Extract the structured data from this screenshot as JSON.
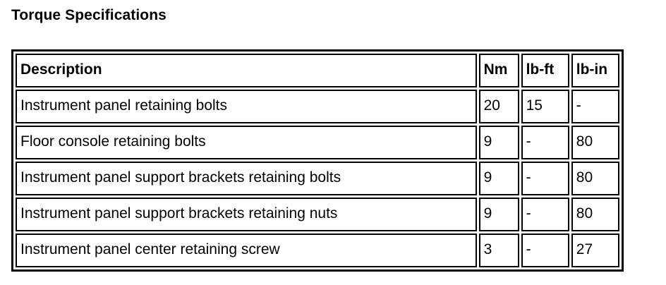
{
  "document": {
    "title": "Torque Specifications",
    "background_color": "#ffffff",
    "text_color": "#000000",
    "border_color": "#000000"
  },
  "table": {
    "headers": {
      "description": "Description",
      "nm": "Nm",
      "lb_ft": "lb-ft",
      "lb_in": "lb-in"
    },
    "rows": [
      {
        "description": "Instrument panel retaining bolts",
        "nm": "20",
        "lb_ft": "15",
        "lb_in": "-"
      },
      {
        "description": "Floor console retaining bolts",
        "nm": "9",
        "lb_ft": "-",
        "lb_in": "80"
      },
      {
        "description": "Instrument panel support brackets retaining bolts",
        "nm": "9",
        "lb_ft": "-",
        "lb_in": "80"
      },
      {
        "description": "Instrument panel support brackets retaining nuts",
        "nm": "9",
        "lb_ft": "-",
        "lb_in": "80"
      },
      {
        "description": "Instrument panel center retaining screw",
        "nm": "3",
        "lb_ft": "-",
        "lb_in": "27"
      }
    ]
  }
}
